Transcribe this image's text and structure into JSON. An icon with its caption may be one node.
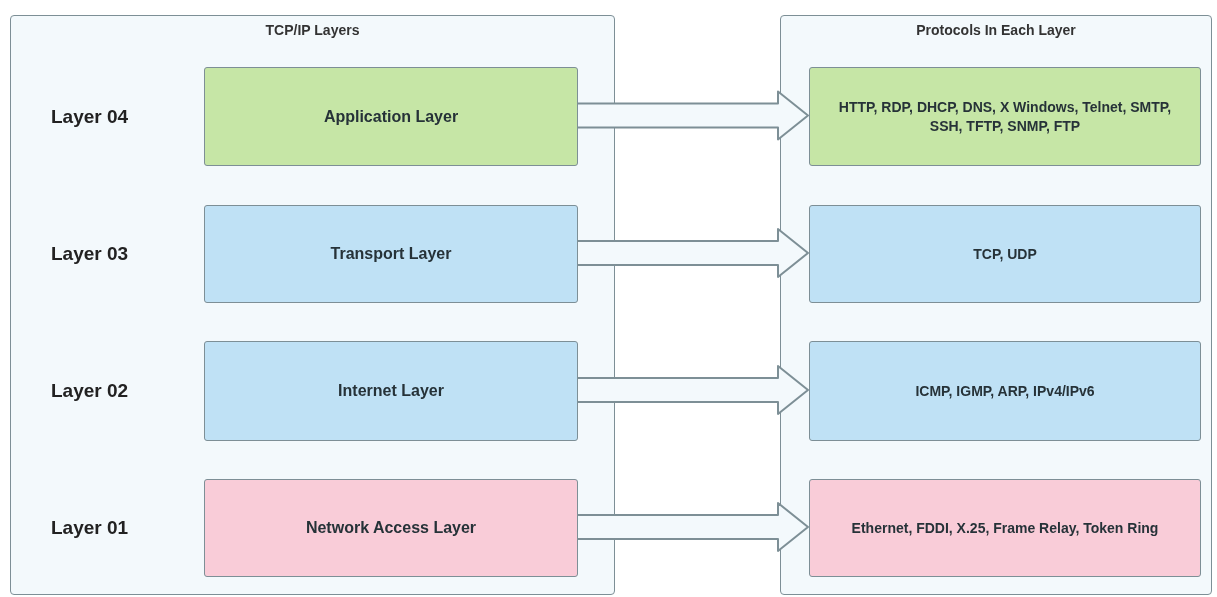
{
  "diagram": {
    "nodes": [
      {
        "text": [
          "TCP/IP Layers"
        ]
      },
      {
        "text": [
          "Application Layer"
        ],
        "in": 0,
        "beside": [
          "Layer 04"
        ]
      },
      {
        "text": [
          "Transport Layer"
        ],
        "in": 0,
        "beside": [
          "Layer 03"
        ]
      },
      {
        "text": [
          "Internet Layer"
        ],
        "in": 0,
        "beside": [
          "Layer 02"
        ]
      },
      {
        "text": [
          "Network Access Layer"
        ],
        "in": 0,
        "beside": [
          "Layer 01"
        ]
      },
      {
        "text": [
          "Protocols In Each Layer"
        ]
      },
      {
        "text": [
          "HTTP, RDP, DHCP, DNS, X Windows, Telnet, SMTP, SSH, TFTP, SNMP, FTP"
        ],
        "in": 5
      },
      {
        "text": [
          "TCP, UDP"
        ],
        "in": 5
      },
      {
        "text": [
          "ICMP, IGMP, ARP, IPv4/IPv6"
        ],
        "in": 5
      },
      {
        "text": [
          "Ethernet, FDDI, X.25, Frame Relay, Token Ring"
        ],
        "in": 5
      }
    ],
    "edges": [
      {
        "from": 1,
        "to": 6,
        "arrow": "to",
        "style": "thick"
      },
      {
        "from": 2,
        "to": 7,
        "arrow": "to",
        "style": "thick"
      },
      {
        "from": 3,
        "to": 8,
        "arrow": "to",
        "style": "thick"
      },
      {
        "from": 4,
        "to": 9,
        "arrow": "to",
        "style": "thick"
      }
    ]
  }
}
